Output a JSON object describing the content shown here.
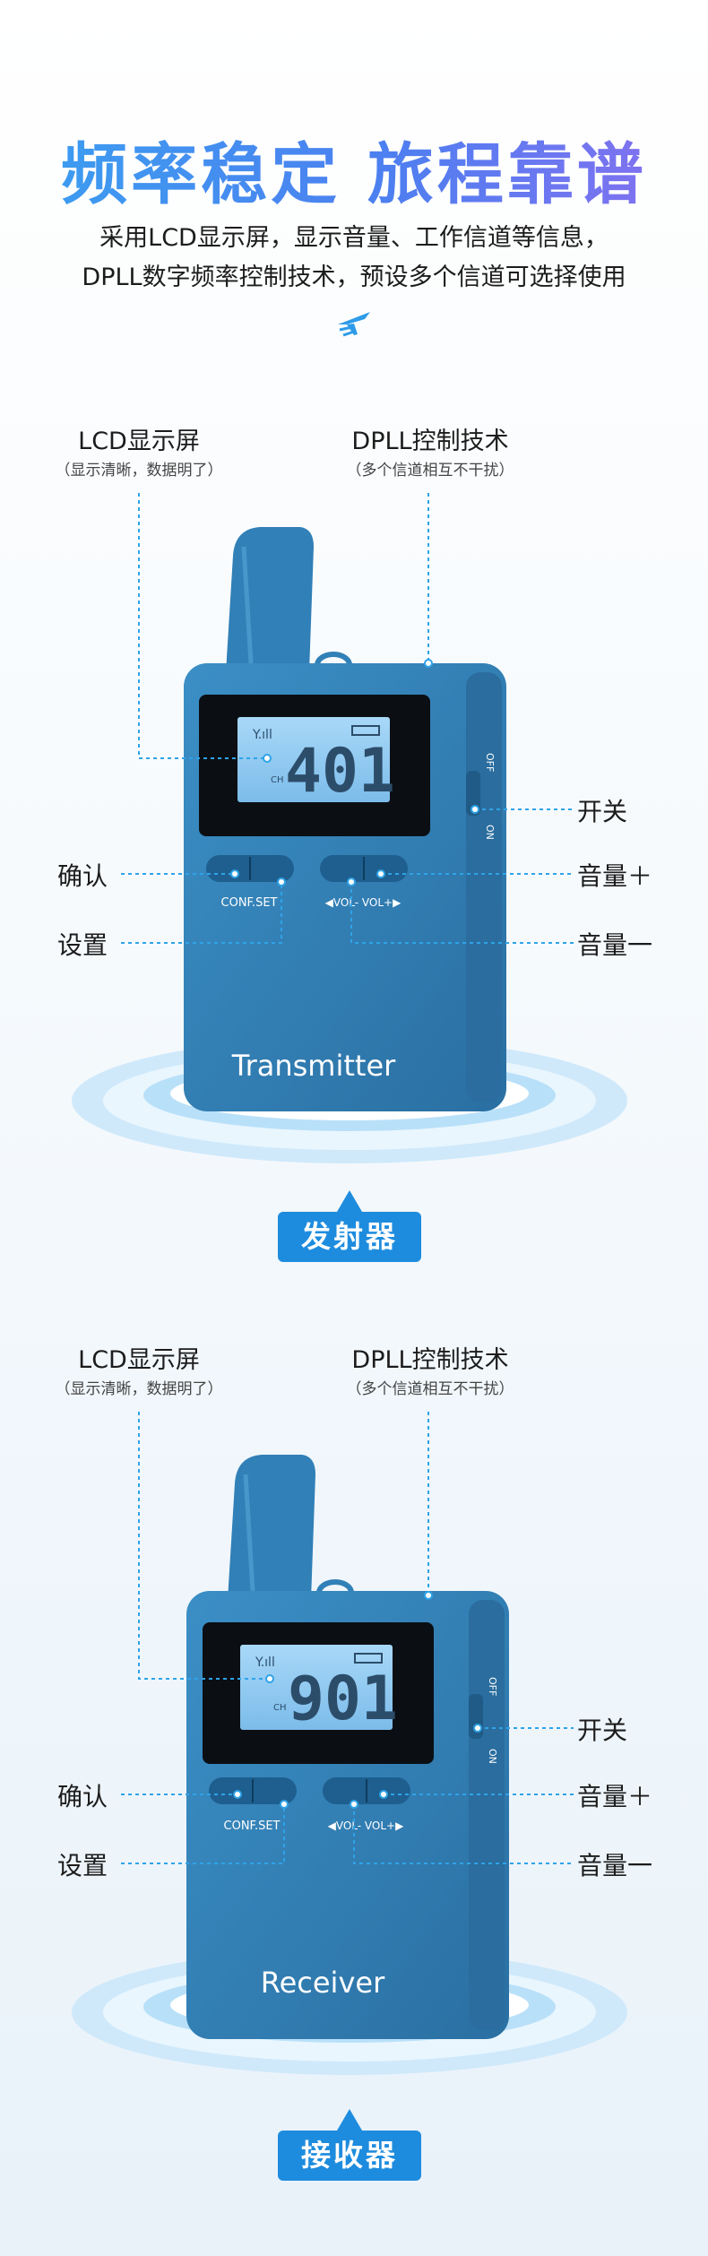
{
  "header": {
    "title": "频率稳定 旅程靠谱",
    "subtitle_line1": "采用LCD显示屏，显示音量、工作信道等信息，",
    "subtitle_line2": "DPLL数字频率控制技术，预设多个信道可选择使用",
    "icon": "airplane-icon"
  },
  "devices": [
    {
      "lcd_title": "LCD显示屏",
      "lcd_note": "（显示清晰，数据明了）",
      "dpll_title": "DPLL控制技术",
      "dpll_note": "（多个信道相互不干扰）",
      "label_power": "开关",
      "label_confirm": "确认",
      "label_vol_up": "音量＋",
      "label_settings": "设置",
      "label_vol_down": "音量一",
      "device_text": "Transmitter",
      "button_left_text": "CONF.SET",
      "button_right_text": "◀VOL-    VOL+▶",
      "switch_off": "OFF",
      "switch_on": "ON",
      "lcd_digits": "401",
      "lcd_ch": "CH",
      "badge": "发射器"
    },
    {
      "lcd_title": "LCD显示屏",
      "lcd_note": "（显示清晰，数据明了）",
      "dpll_title": "DPLL控制技术",
      "dpll_note": "（多个信道相互不干扰）",
      "label_power": "开关",
      "label_confirm": "确认",
      "label_vol_up": "音量＋",
      "label_settings": "设置",
      "label_vol_down": "音量一",
      "device_text": "Receiver",
      "button_left_text": "CONF.SET",
      "button_right_text": "◀VOL-    VOL+▶",
      "switch_off": "OFF",
      "switch_on": "ON",
      "lcd_digits": "901",
      "lcd_ch": "CH",
      "badge": "接收器"
    }
  ],
  "colors": {
    "device_blue": "#2f7fb5",
    "badge_blue": "#1e8cde",
    "lcd_blue": "#8ec9f0",
    "callout_line": "#2fa3e8"
  }
}
